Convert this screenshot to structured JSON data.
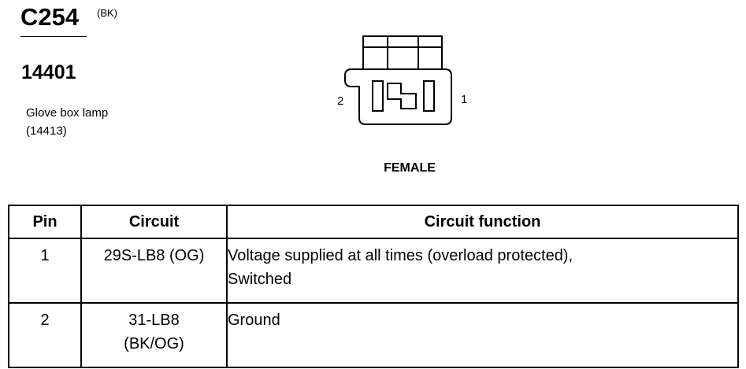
{
  "connector": {
    "id": "C254",
    "color_code": "(BK)",
    "part_number": "14401",
    "component_name": "Glove box lamp",
    "component_number": "(14413)",
    "gender": "FEMALE",
    "pin_left_label": "2",
    "pin_right_label": "1"
  },
  "table": {
    "headers": {
      "pin": "Pin",
      "circuit": "Circuit",
      "function": "Circuit function"
    },
    "rows": [
      {
        "pin": "1",
        "circuit_line1": "29S-LB8 (OG)",
        "circuit_line2": "",
        "function_line1": "Voltage supplied at all times (overload protected),",
        "function_line2": "Switched"
      },
      {
        "pin": "2",
        "circuit_line1": "31-LB8",
        "circuit_line2": "(BK/OG)",
        "function_line1": "Ground",
        "function_line2": ""
      }
    ]
  }
}
